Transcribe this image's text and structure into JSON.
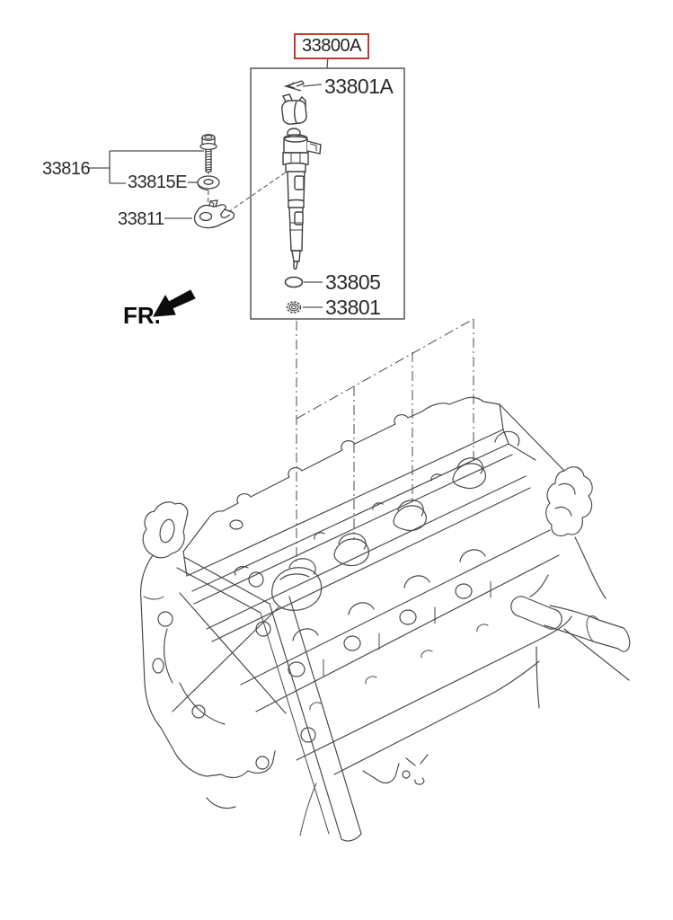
{
  "diagram": {
    "title_context": "fuel injector parts diagram",
    "selected_callout": {
      "label": "33800A",
      "highlighted": true
    },
    "callouts": [
      {
        "id": "33801A",
        "label": "33801A"
      },
      {
        "id": "33816",
        "label": "33816"
      },
      {
        "id": "33815E",
        "label": "33815E"
      },
      {
        "id": "33811",
        "label": "33811"
      },
      {
        "id": "33805",
        "label": "33805"
      },
      {
        "id": "33801",
        "label": "33801"
      }
    ],
    "direction_indicator": {
      "label": "FR."
    },
    "icons": {
      "direction_arrow": "thick-arrow-down-left",
      "part_glyphs": [
        "retainer-clip",
        "injector-holder-clip",
        "fuel-injector",
        "mounting-bolt",
        "flat-washer",
        "injector-clamp",
        "o-ring",
        "seal-washer"
      ],
      "illustration": "engine-cylinder-head-line-drawing"
    },
    "colors": {
      "highlight_box": "#c23b31",
      "line_art": "#4a4a4a",
      "text": "#2a2a2a",
      "background": "#ffffff"
    }
  }
}
